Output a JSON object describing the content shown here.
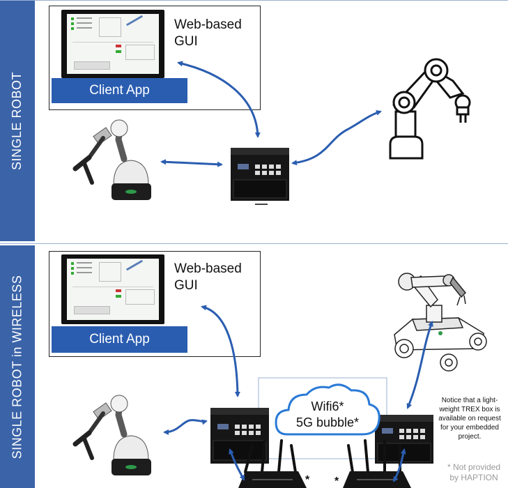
{
  "sections": [
    {
      "side_label": "SINGLE ROBOT",
      "title_lines": [
        "Web-based",
        "GUI"
      ],
      "client_app_label": "Client App"
    },
    {
      "side_label": "SINGLE ROBOT in WIRELESS",
      "title_lines": [
        "Web-based",
        "GUI"
      ],
      "client_app_label": "Client App"
    }
  ],
  "cloud": {
    "line1": "Wifi6*",
    "line2": "5G bubble*"
  },
  "note": {
    "lines": [
      "Notice that a light-",
      "weight TREX box is",
      "available on request",
      "for your embedded",
      "project."
    ]
  },
  "footnote": {
    "lines": [
      "* Not provided",
      "by HAPTION"
    ]
  },
  "router_marks": [
    "*",
    "*"
  ],
  "colors": {
    "sidebar": "#3b63a8",
    "client_bar": "#2a5db0",
    "arrow": "#2a5db0"
  },
  "icons": [
    "haptic-arm-icon",
    "controller-box-icon",
    "robot-arm-icon",
    "mobile-robot-icon",
    "router-icon",
    "cloud-icon",
    "monitor-icon"
  ]
}
